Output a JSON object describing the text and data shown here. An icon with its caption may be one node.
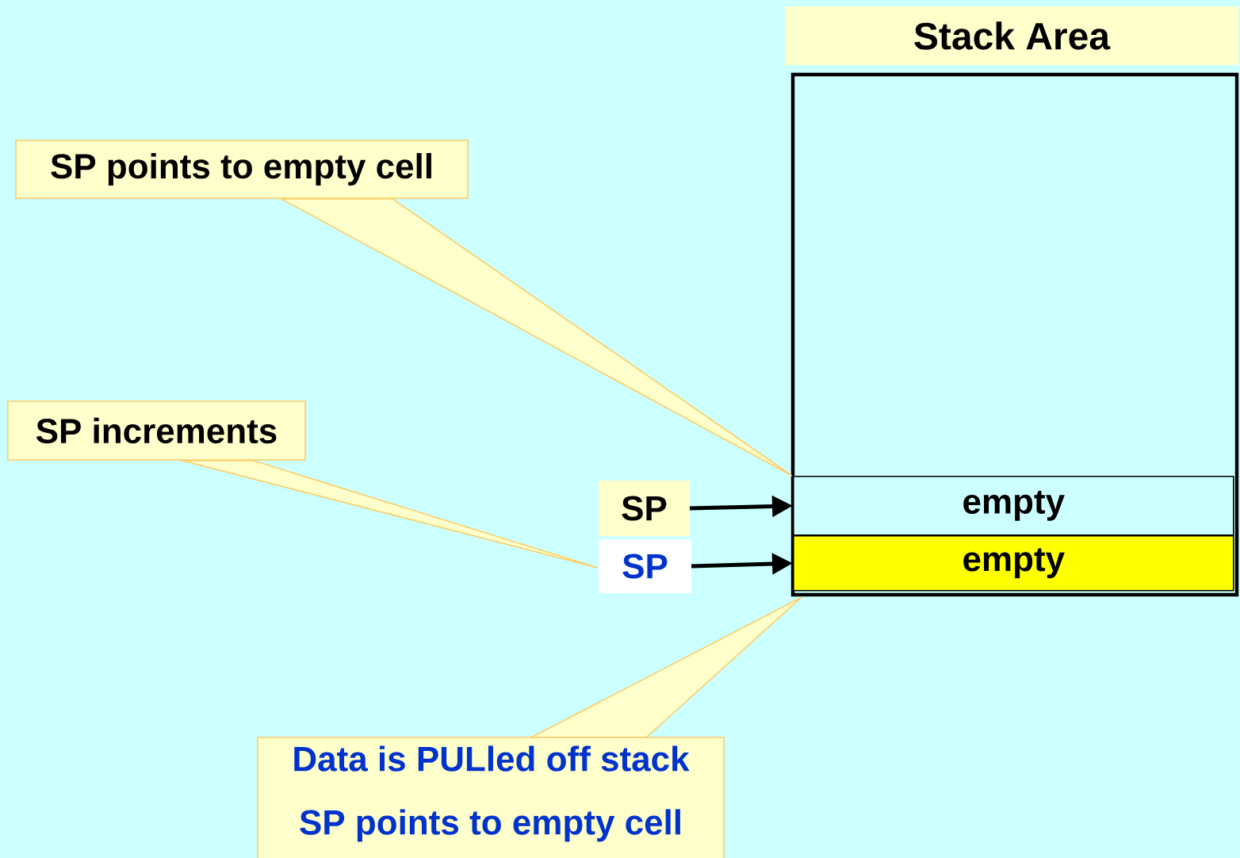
{
  "diagram": {
    "nodes": [
      {
        "text": [
          "Stack Area"
        ]
      },
      {
        "text": [],
        "shape": "box"
      },
      {
        "text": [
          "empty"
        ],
        "in": 1
      },
      {
        "text": [
          "empty"
        ],
        "in": 1
      },
      {
        "text": [
          "SP"
        ]
      },
      {
        "text": [
          "SP"
        ]
      },
      {
        "text": [
          "SP points to empty cell"
        ]
      },
      {
        "text": [
          "SP increments"
        ]
      },
      {
        "text": [
          "Data is PULled off stack",
          "SP points to empty cell"
        ]
      }
    ],
    "edges": [
      {
        "from": 4,
        "to": 2,
        "arrow": "to",
        "style": "thick",
        "color": "#000000"
      },
      {
        "from": 5,
        "to": 3,
        "arrow": "to",
        "style": "thick",
        "color": "#000000"
      },
      {
        "from": 6,
        "to": 2,
        "arrow": "none"
      },
      {
        "from": 7,
        "to": 5,
        "arrow": "none"
      },
      {
        "from": 8,
        "to": 1,
        "arrow": "none"
      }
    ]
  }
}
